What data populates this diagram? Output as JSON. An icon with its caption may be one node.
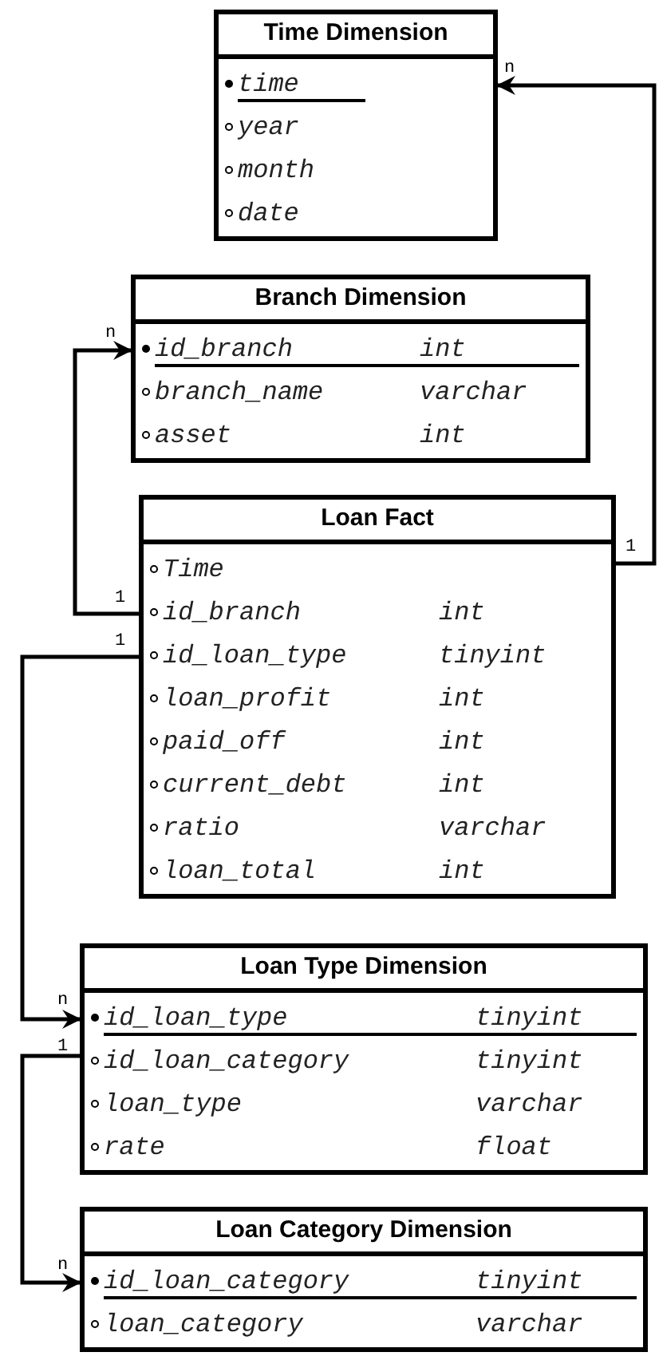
{
  "diagram": {
    "nodes": [
      {
        "text": [
          "Time Dimension",
          "time",
          "year",
          "month",
          "date"
        ]
      },
      {
        "text": [
          "Branch Dimension",
          "id_branch",
          "int",
          "branch_name",
          "varchar",
          "asset",
          "int"
        ]
      },
      {
        "text": [
          "Loan Fact",
          "Time",
          "id_branch",
          "int",
          "id_loan_type",
          "tinyint",
          "loan_profit",
          "int",
          "paid_off",
          "int",
          "current_debt",
          "int",
          "ratio",
          "varchar",
          "loan_total",
          "int"
        ]
      },
      {
        "text": [
          "Loan Type Dimension",
          "id_loan_type",
          "tinyint",
          "id_loan_category",
          "tinyint",
          "loan_type",
          "varchar",
          "rate",
          "float"
        ]
      },
      {
        "text": [
          "Loan Category Dimension",
          "id_loan_category",
          "tinyint",
          "loan_category",
          "varchar"
        ]
      }
    ],
    "edges": [
      {
        "from": 2,
        "to": 0,
        "arrow": "to"
      },
      {
        "from": 2,
        "to": 1,
        "arrow": "to"
      },
      {
        "from": 2,
        "to": 3,
        "arrow": "to"
      },
      {
        "from": 3,
        "to": 4,
        "arrow": "to"
      }
    ],
    "labels": [
      "n",
      "n",
      "1",
      "1",
      "1",
      "n",
      "1",
      "n"
    ]
  }
}
